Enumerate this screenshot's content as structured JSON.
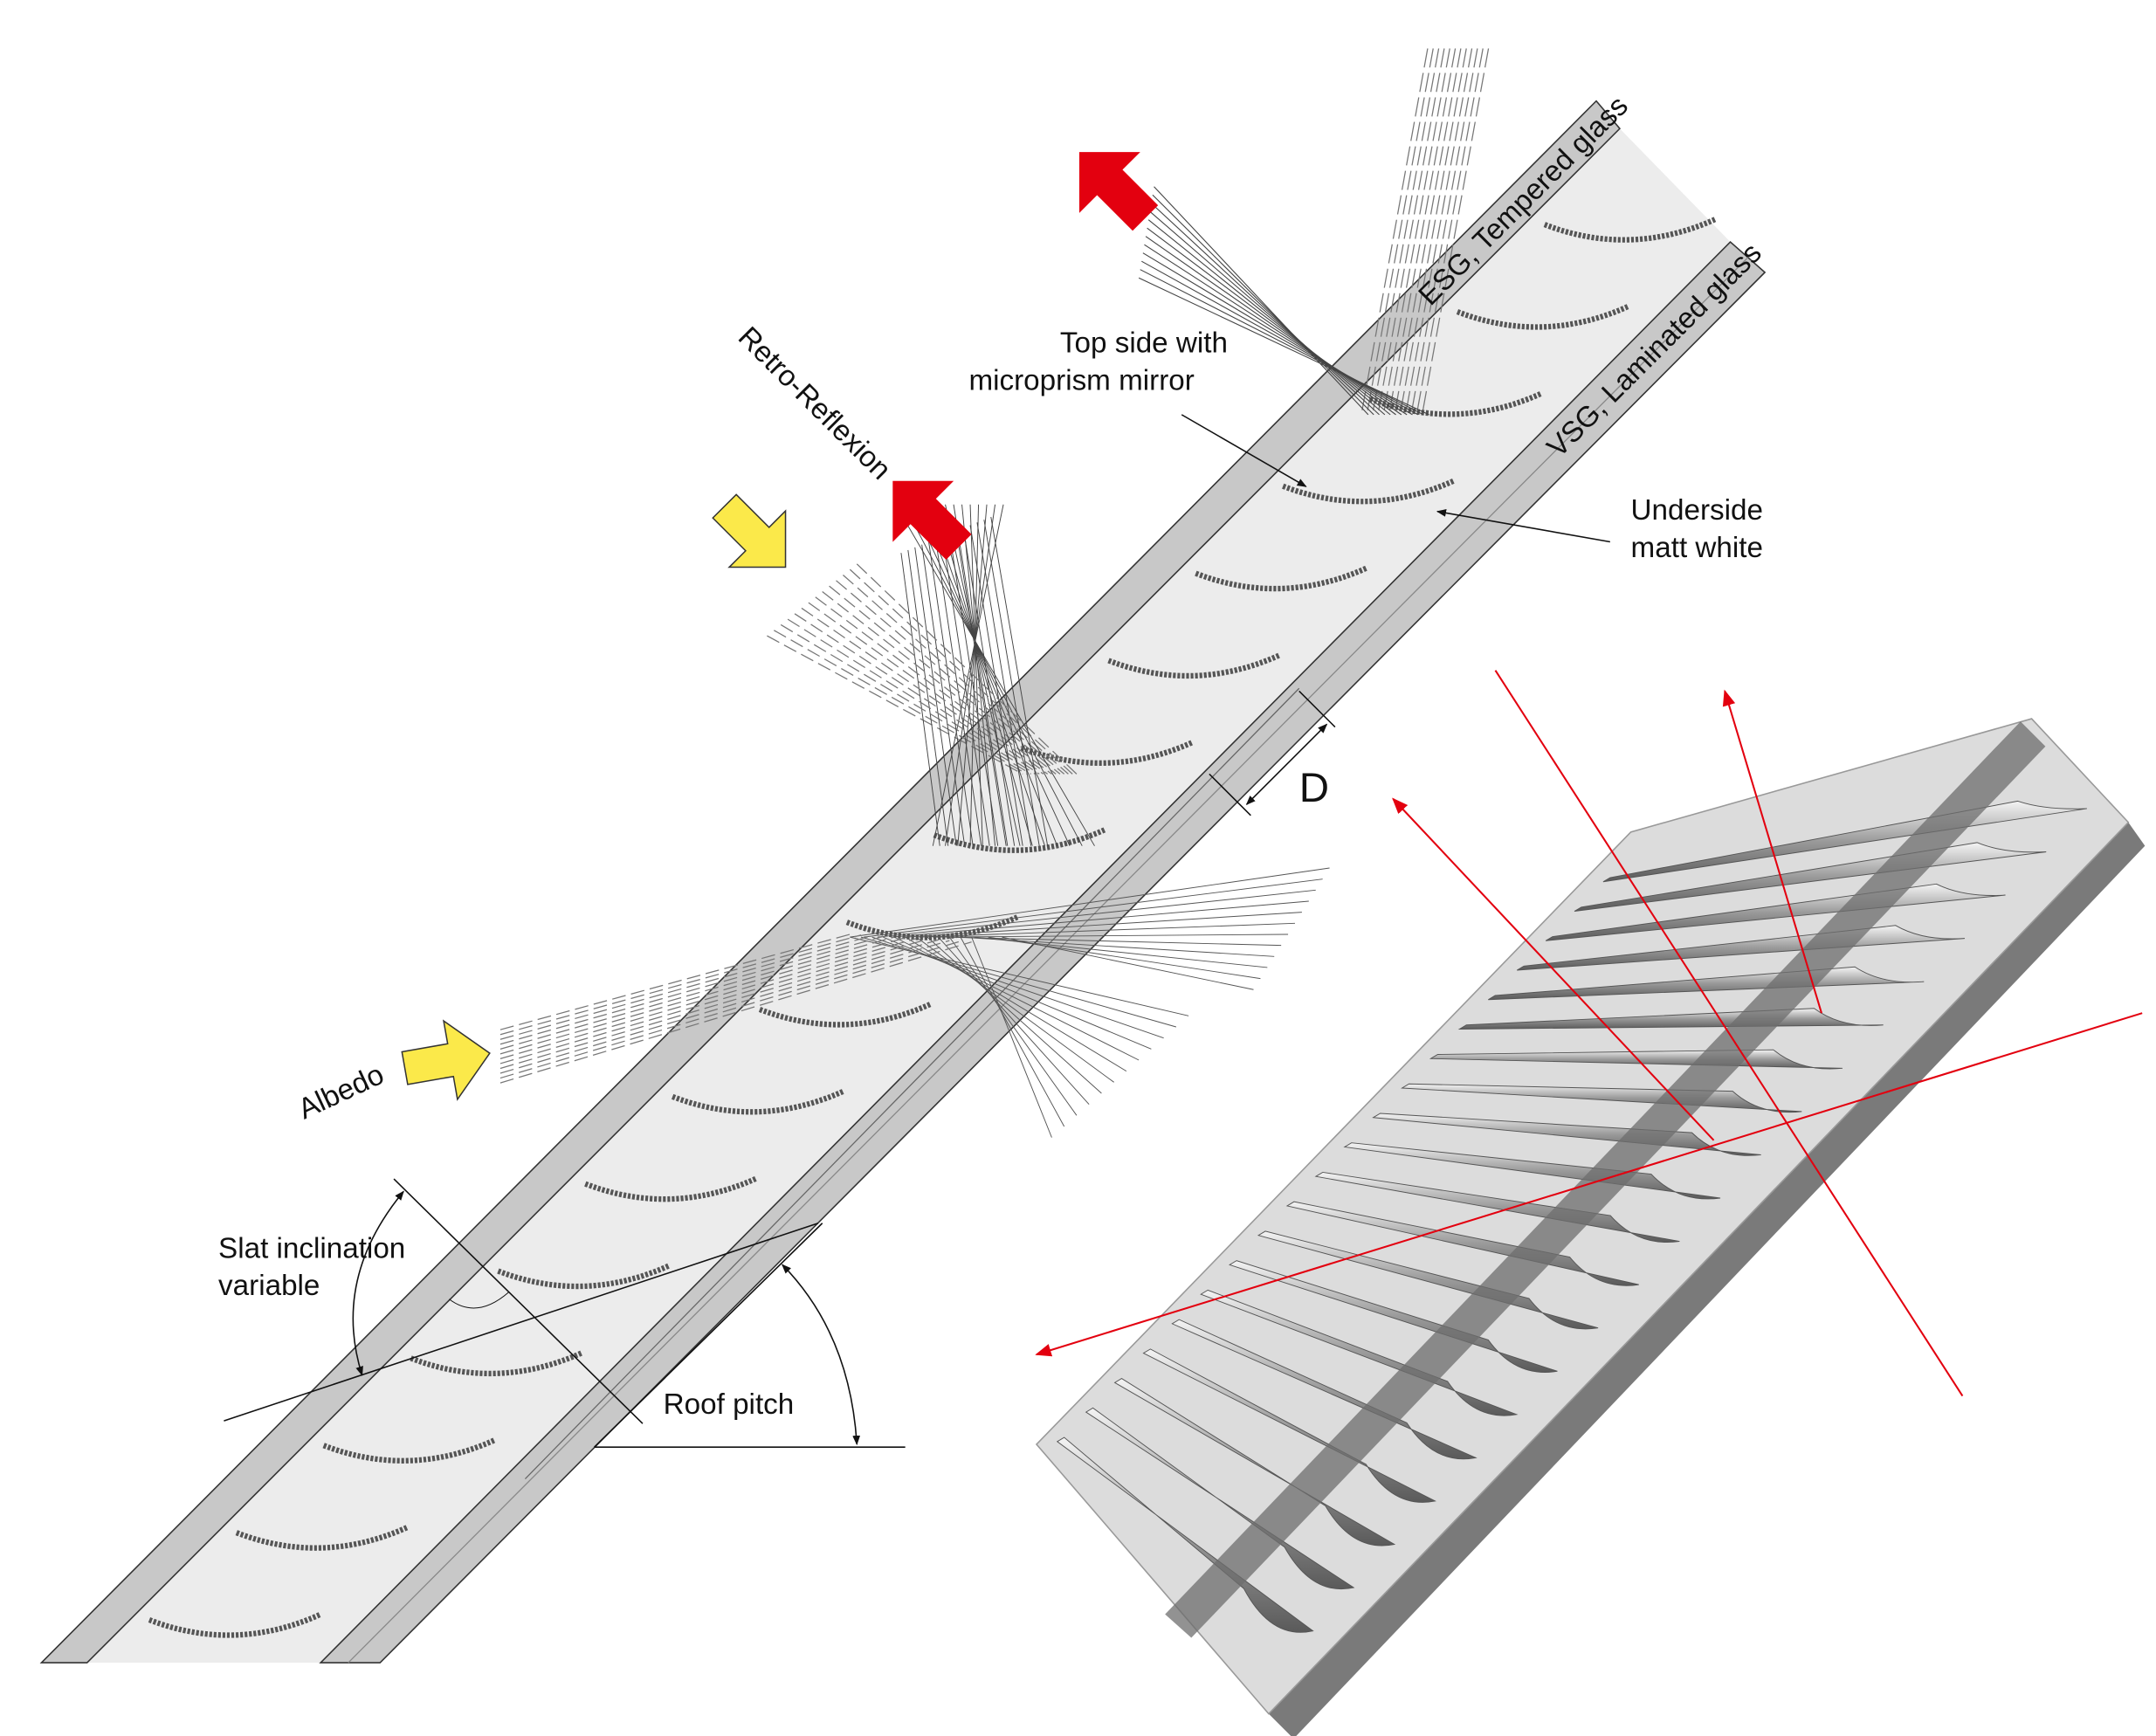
{
  "labels": {
    "esg": "ESG, Tempered glass",
    "vsg": "VSG, Laminated glass",
    "top_side_line1": "Top side with",
    "top_side_line2": "microprism mirror",
    "underside_line1": "Underside",
    "underside_line2": "matt white",
    "retro": "Retro-Reflexion",
    "albedo": "Albedo",
    "distance": "D",
    "slat_line1": "Slat inclination",
    "slat_line2": "variable",
    "roof_pitch": "Roof pitch"
  },
  "colors": {
    "glass": "#c8c8c8",
    "interior": "#ececec",
    "red": "#e3000f",
    "yellow": "#fbe94a",
    "slat": "#555555"
  }
}
